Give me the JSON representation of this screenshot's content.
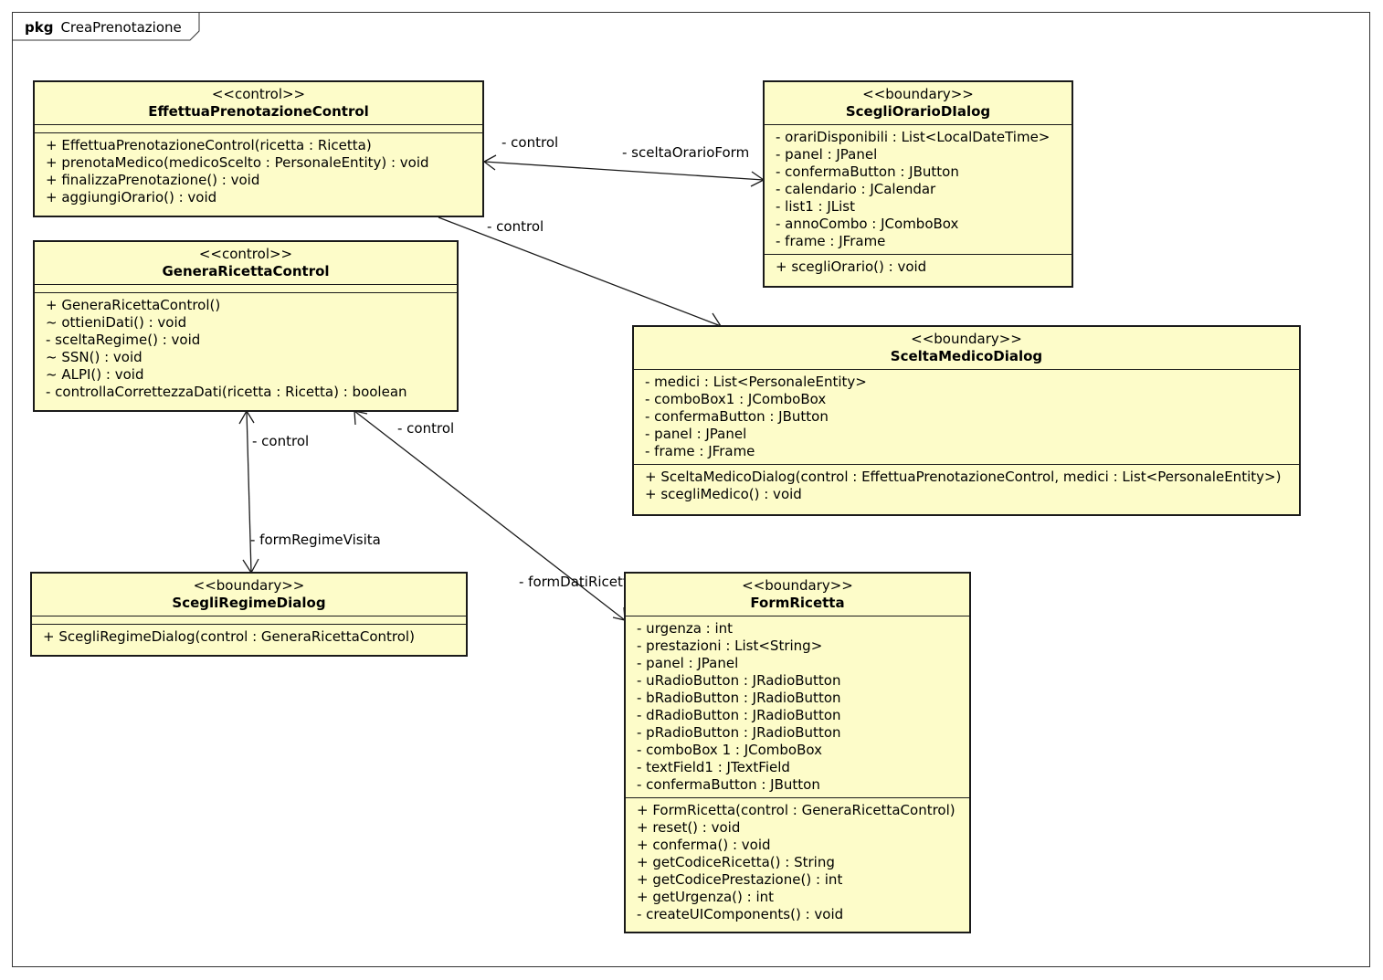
{
  "package": {
    "keyword": "pkg",
    "name": "CreaPrenotazione"
  },
  "classes": {
    "effettua": {
      "stereotype": "<<control>>",
      "name": "EffettuaPrenotazioneControl",
      "attributes": [],
      "operations": [
        "+ EffettuaPrenotazioneControl(ricetta : Ricetta)",
        "+ prenotaMedico(medicoScelto : PersonaleEntity) : void",
        "+ finalizzaPrenotazione() : void",
        "+ aggiungiOrario() : void"
      ]
    },
    "scegliOrario": {
      "stereotype": "<<boundary>>",
      "name": "ScegliOrarioDIalog",
      "attributes": [
        "- orariDisponibili : List<LocalDateTime>",
        "- panel : JPanel",
        "- confermaButton : JButton",
        "- calendario : JCalendar",
        "- list1 : JList",
        "- annoCombo : JComboBox",
        "- frame : JFrame"
      ],
      "operations": [
        "+ scegliOrario() : void"
      ]
    },
    "generaRicetta": {
      "stereotype": "<<control>>",
      "name": "GeneraRicettaControl",
      "attributes": [],
      "operations": [
        "+ GeneraRicettaControl()",
        "~ ottieniDati() : void",
        "- sceltaRegime() : void",
        "~ SSN() : void",
        "~ ALPI() : void",
        "- controllaCorrettezzaDati(ricetta : Ricetta) : boolean"
      ]
    },
    "sceltaMedico": {
      "stereotype": "<<boundary>>",
      "name": "SceltaMedicoDialog",
      "attributes": [
        "- medici : List<PersonaleEntity>",
        "- comboBox1 : JComboBox",
        "- confermaButton : JButton",
        "- panel : JPanel",
        "- frame : JFrame"
      ],
      "operations": [
        "+ SceltaMedicoDialog(control : EffettuaPrenotazioneControl, medici : List<PersonaleEntity>)",
        "+ scegliMedico() : void"
      ]
    },
    "scegliRegime": {
      "stereotype": "<<boundary>>",
      "name": "ScegliRegimeDialog",
      "attributes": [],
      "operations": [
        "+ ScegliRegimeDialog(control : GeneraRicettaControl)"
      ]
    },
    "formRicetta": {
      "stereotype": "<<boundary>>",
      "name": "FormRicetta",
      "attributes": [
        "- urgenza : int",
        "- prestazioni : List<String>",
        "- panel : JPanel",
        "- uRadioButton : JRadioButton",
        "- bRadioButton : JRadioButton",
        "- dRadioButton : JRadioButton",
        "- pRadioButton : JRadioButton",
        "- comboBox 1 : JComboBox",
        "- textField1 : JTextField",
        "- confermaButton : JButton"
      ],
      "operations": [
        "+ FormRicetta(control : GeneraRicettaControl)",
        "+ reset() : void",
        "+ conferma() : void",
        "+ getCodiceRicetta() : String",
        "+ getCodicePrestazione() : int",
        "+ getUrgenza() : int",
        "- createUIComponents() : void"
      ]
    }
  },
  "associations": {
    "effettua_orario": {
      "end_a": "- control",
      "end_b": "- sceltaOrarioForm"
    },
    "effettua_medico": {
      "end_a": "- control"
    },
    "genera_regime": {
      "end_a": "- control",
      "end_b": "- formRegimeVisita"
    },
    "genera_form": {
      "end_a": "- control",
      "end_b": "- formDatiRicetta"
    }
  },
  "colors": {
    "class_fill": "#fdfcc9",
    "line": "#1a1a1a"
  }
}
